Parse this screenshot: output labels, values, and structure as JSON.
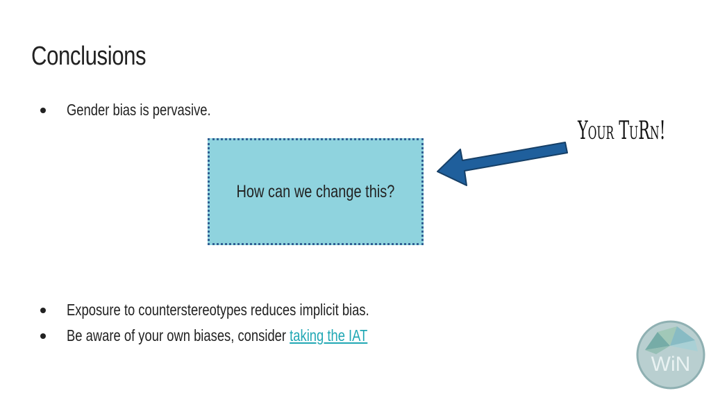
{
  "slide": {
    "title": "Conclusions",
    "top_bullets": [
      "Gender bias is pervasive."
    ],
    "box_text": "How can we change this?",
    "callout": "Your TuRn!",
    "bottom_bullets": [
      {
        "text": "Exposure to counterstereotypes reduces implicit bias.",
        "link": ""
      },
      {
        "text": "Be aware of your own biases, consider ",
        "link": "taking the IAT"
      }
    ],
    "logo_text": "WiN"
  },
  "colors": {
    "box_fill": "#8fd3de",
    "box_border": "#2f5f93",
    "arrow": "#1f5f9c",
    "link": "#20a7b4",
    "logo": "#9fbfc0"
  },
  "icons": {
    "arrow": "left-arrow-icon",
    "logo": "win-logo-icon"
  }
}
